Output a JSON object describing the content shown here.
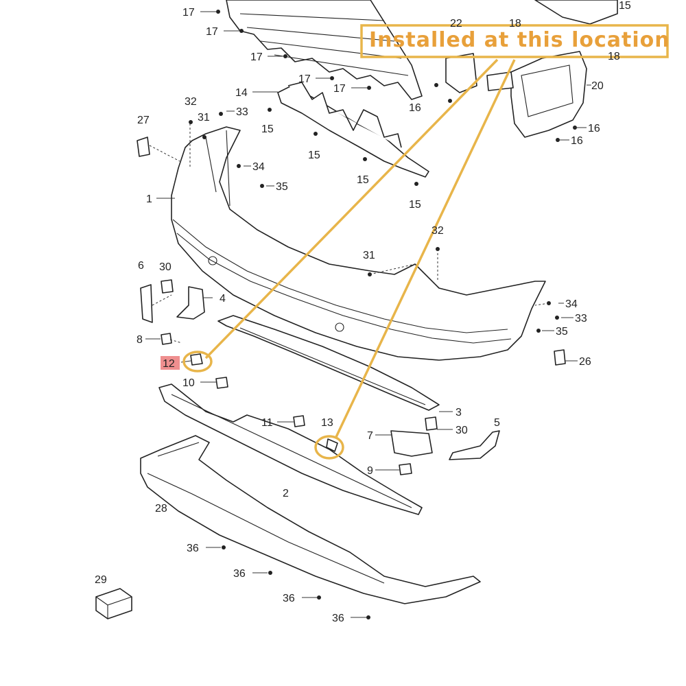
{
  "callout": {
    "text": "Installed at this location",
    "color": "#e8b54a",
    "text_color": "#e8a03a"
  },
  "highlight_color": "#e96a6a",
  "part_labels": [
    "17",
    "17",
    "17",
    "17",
    "17",
    "22",
    "18",
    "15",
    "18",
    "14",
    "16",
    "20",
    "32",
    "31",
    "33",
    "27",
    "15",
    "15",
    "16",
    "16",
    "34",
    "35",
    "15",
    "1",
    "15",
    "32",
    "6",
    "30",
    "31",
    "4",
    "34",
    "33",
    "35",
    "8",
    "12",
    "26",
    "10",
    "3",
    "11",
    "13",
    "5",
    "30",
    "7",
    "9",
    "2",
    "28",
    "36",
    "36",
    "29",
    "36",
    "36"
  ]
}
